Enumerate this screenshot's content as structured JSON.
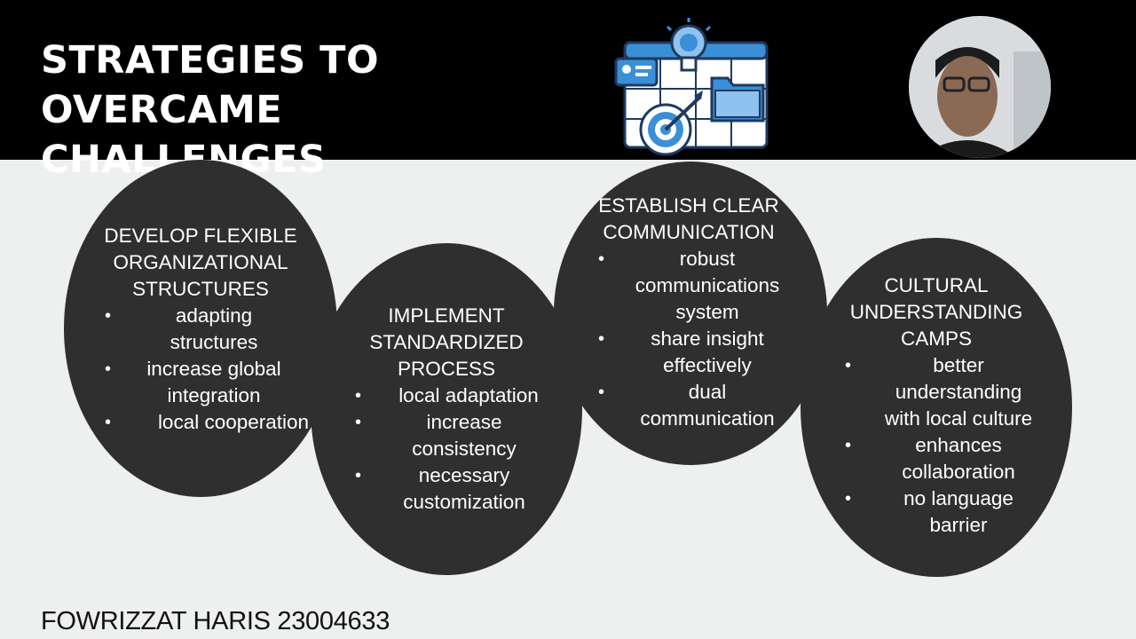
{
  "slide": {
    "title_line1": "STRATEGIES TO OVERCAME",
    "title_line2": "CHALLENGES",
    "author": "FOWRIZZAT HARIS 23004633"
  },
  "colors": {
    "header": "#000000",
    "background": "#edf0ef",
    "oval": "#2f2f2f",
    "text_light": "#ffffff",
    "illustration_blue": "#3b8fd6"
  },
  "illustration": {
    "icons": [
      "lightbulb-icon",
      "id-card-icon",
      "folder-icon",
      "target-icon",
      "calendar-grid-icon"
    ]
  },
  "strategies": [
    {
      "heading1": "DEVELOP FLEXIBLE",
      "heading2": "ORGANIZATIONAL",
      "heading3": "STRUCTURES",
      "bullets": [
        "adapting",
        "structures",
        "increase global",
        "integration",
        "local cooperation"
      ]
    },
    {
      "heading1": "IMPLEMENT",
      "heading2": "STANDARDIZED",
      "heading3": "PROCESS",
      "bullets": [
        "local adaptation",
        "increase",
        "consistency",
        "necessary",
        "customization"
      ]
    },
    {
      "heading1": "ESTABLISH CLEAR",
      "heading2": "COMMUNICATION",
      "bullets": [
        "robust",
        "communications",
        "system",
        "share insight",
        "effectively",
        "dual",
        "communication"
      ]
    },
    {
      "heading1": "CULTURAL",
      "heading2": "UNDERSTANDING",
      "heading3": "CAMPS",
      "bullets": [
        "better",
        "understanding",
        "with local culture",
        "enhances",
        "collaboration",
        "no language",
        "barrier"
      ]
    }
  ]
}
